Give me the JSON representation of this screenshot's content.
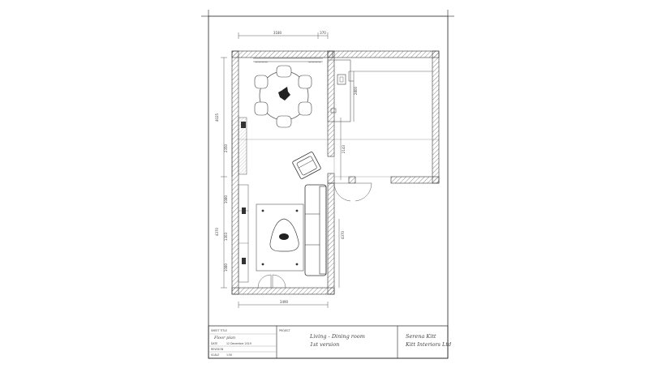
{
  "dimensions": {
    "top_main": "3180",
    "top_small": "370",
    "left_total": "4025",
    "left_upper": "2350",
    "left_mid": "1080",
    "left_lower_total": "4370",
    "left_lower_mid": "1303",
    "left_lower_bottom": "1080",
    "bottom": "3490",
    "right_upper": "2143",
    "right_lower": "4370",
    "kitchen": "2800"
  },
  "title_block": {
    "sheet_title_label": "SHEET TITLE",
    "sheet_title": "Floor plan",
    "date_label": "DATE",
    "date": "12 December 2019",
    "revision_label": "REVISION",
    "revision": "",
    "scale_label": "SCALE",
    "scale": "1:50",
    "project_label": "PROJECT",
    "project_line1": "Living - Dining room",
    "project_line2": "1st version",
    "designer_line1": "Serena Kitt",
    "designer_line2": "Kitt Interiors Ltd"
  }
}
